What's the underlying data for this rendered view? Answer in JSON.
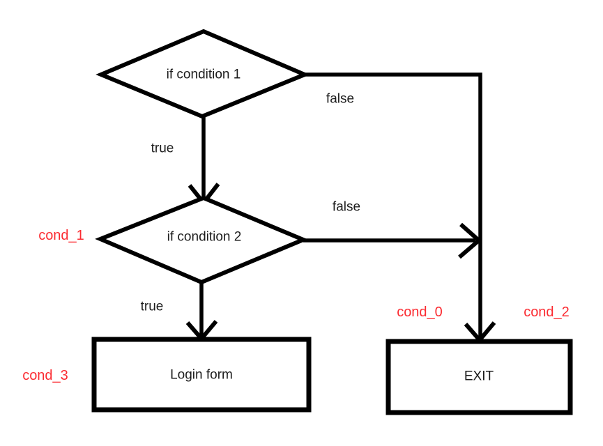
{
  "diagram": {
    "type": "flowchart",
    "colors": {
      "stroke": "#000000",
      "text": "#1c1c1c",
      "annotation": "#fb2b31",
      "background": "#ffffff"
    },
    "nodes": [
      {
        "id": "decision1",
        "shape": "diamond",
        "label": "if condition 1"
      },
      {
        "id": "decision2",
        "shape": "diamond",
        "label": "if condition 2"
      },
      {
        "id": "login",
        "shape": "rect",
        "label": "Login form"
      },
      {
        "id": "exit",
        "shape": "rect",
        "label": "EXIT"
      }
    ],
    "edges": [
      {
        "from": "decision1",
        "to": "decision2",
        "label": "true"
      },
      {
        "from": "decision1",
        "to": "exit",
        "label": "false"
      },
      {
        "from": "decision2",
        "to": "exit",
        "label": "false"
      },
      {
        "from": "decision2",
        "to": "login",
        "label": "true"
      }
    ],
    "annotations": [
      {
        "id": "cond_1",
        "label": "cond_1",
        "attached_to": "decision2"
      },
      {
        "id": "cond_3",
        "label": "cond_3",
        "attached_to": "login"
      },
      {
        "id": "cond_0",
        "label": "cond_0",
        "attached_to": "exit"
      },
      {
        "id": "cond_2",
        "label": "cond_2",
        "attached_to": "exit"
      }
    ]
  }
}
